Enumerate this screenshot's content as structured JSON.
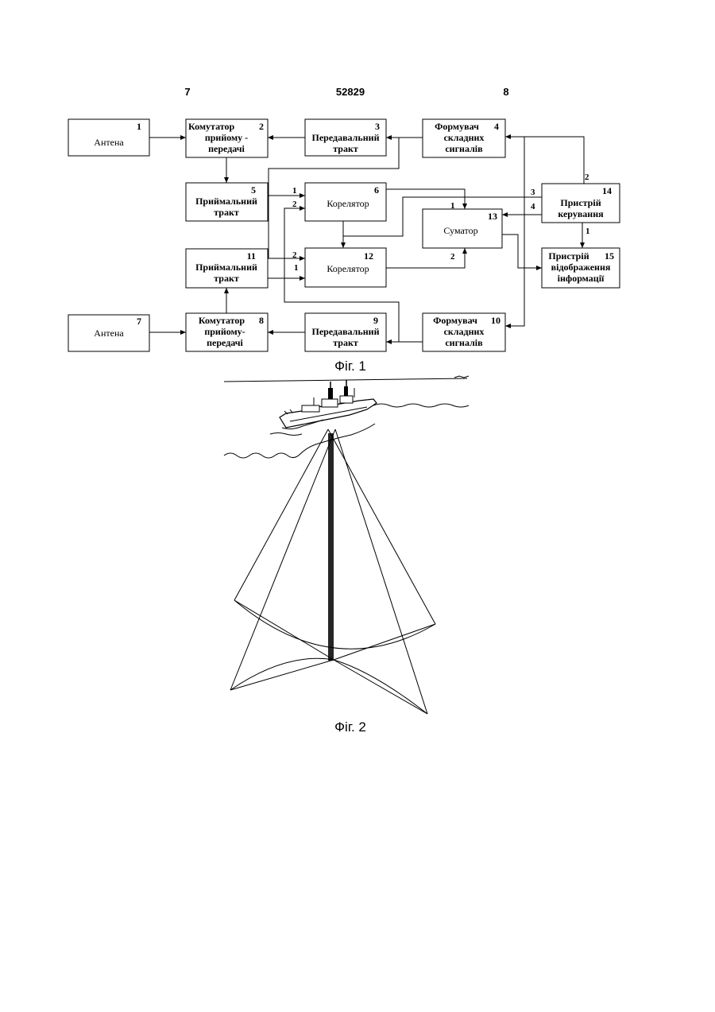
{
  "header": {
    "left": "7",
    "center": "52829",
    "right": "8"
  },
  "fig1": {
    "caption": "Фіг. 1",
    "blocks": [
      {
        "id": "b1",
        "num": "1",
        "lines": [
          "Антена"
        ]
      },
      {
        "id": "b2",
        "num": "2",
        "lines": [
          "Комутатор",
          "прийому -",
          "передачі"
        ]
      },
      {
        "id": "b3",
        "num": "3",
        "lines": [
          "Передавальний",
          "тракт"
        ]
      },
      {
        "id": "b4",
        "num": "4",
        "lines": [
          "Формувач",
          "складних",
          "сигналів"
        ]
      },
      {
        "id": "b5",
        "num": "5",
        "lines": [
          "Приймальний",
          "тракт"
        ]
      },
      {
        "id": "b6",
        "num": "6",
        "lines": [
          "Корелятор"
        ]
      },
      {
        "id": "b7",
        "num": "7",
        "lines": [
          "Антена"
        ]
      },
      {
        "id": "b8",
        "num": "8",
        "lines": [
          "Комутатор",
          "прийому-",
          "передачі"
        ]
      },
      {
        "id": "b9",
        "num": "9",
        "lines": [
          "Передавальний",
          "тракт"
        ]
      },
      {
        "id": "b10",
        "num": "10",
        "lines": [
          "Формувач",
          "складних",
          "сигналів"
        ]
      },
      {
        "id": "b11",
        "num": "11",
        "lines": [
          "Приймальний",
          "тракт"
        ]
      },
      {
        "id": "b12",
        "num": "12",
        "lines": [
          "Корелятор"
        ]
      },
      {
        "id": "b13",
        "num": "13",
        "lines": [
          "Суматор"
        ]
      },
      {
        "id": "b14",
        "num": "14",
        "lines": [
          "Пристрій",
          "керування"
        ]
      },
      {
        "id": "b15",
        "num": "15",
        "lines": [
          "Пристрій",
          "відображення",
          "інформації"
        ]
      }
    ],
    "ports": {
      "b6_in1": "1",
      "b6_in2": "2",
      "b12_in2": "2",
      "b12_in1": "1",
      "b13_in1": "1",
      "b13_in2": "2",
      "b14_out2": "2",
      "b14_out3": "3",
      "b14_out4": "4",
      "b14_out1": "1"
    }
  },
  "fig2": {
    "caption": "Фіг. 2"
  }
}
